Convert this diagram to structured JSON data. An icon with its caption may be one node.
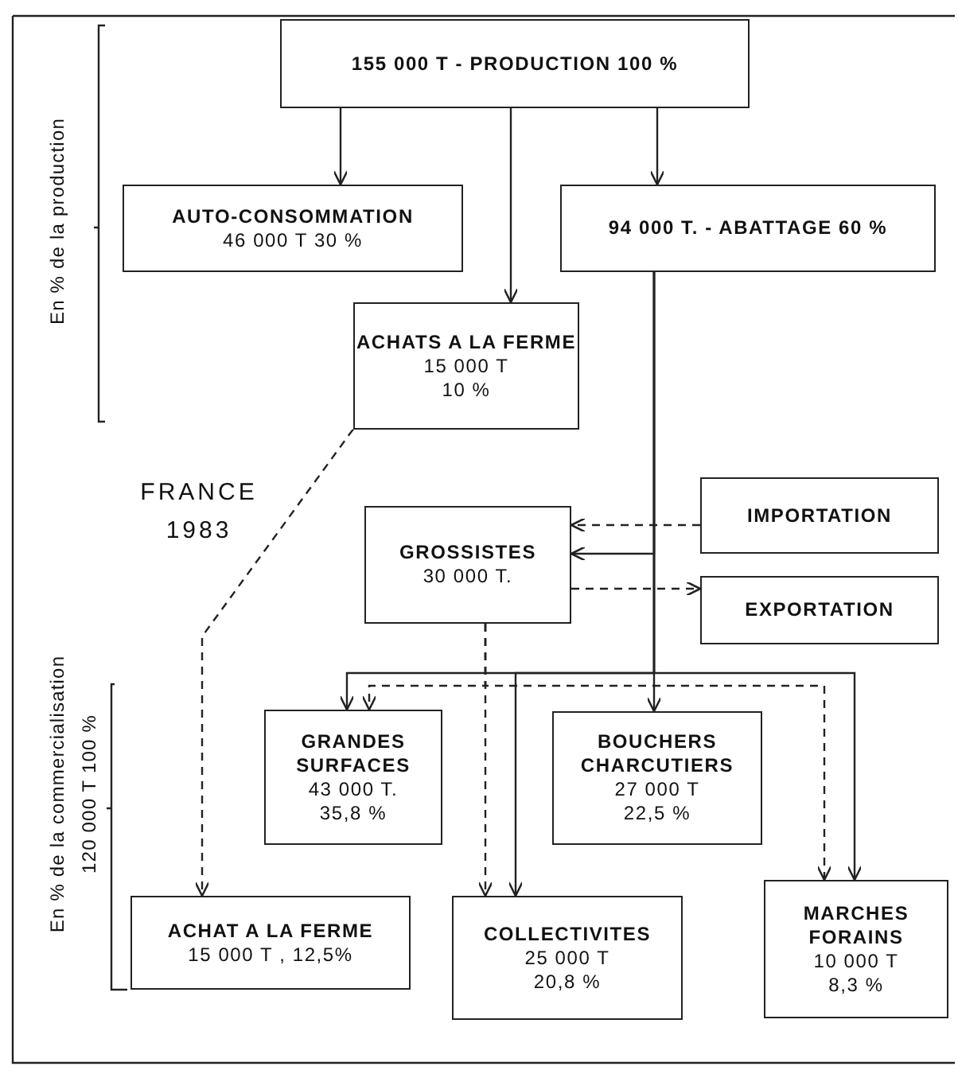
{
  "diagram": {
    "nodes": [
      {
        "text": [
          "155 000 T - PRODUCTION 100 %"
        ]
      },
      {
        "text": [
          "AUTO-CONSOMMATION",
          "46 000 T 30 %"
        ]
      },
      {
        "text": [
          "94 000 T. - ABATTAGE 60 %"
        ]
      },
      {
        "text": [
          "ACHATS A LA FERME",
          "15 000 T",
          "10 %"
        ]
      },
      {
        "text": [
          "IMPORTATION"
        ]
      },
      {
        "text": [
          "GROSSISTES",
          "30 000 T."
        ]
      },
      {
        "text": [
          "EXPORTATION"
        ]
      },
      {
        "text": [
          "GRANDES SURFACES",
          "43 000 T.",
          "35,8 %"
        ]
      },
      {
        "text": [
          "BOUCHERS CHARCUTIERS",
          "27 000 T",
          "22,5 %"
        ]
      },
      {
        "text": [
          "ACHAT A LA FERME",
          "15 000 T , 12,5%"
        ]
      },
      {
        "text": [
          "COLLECTIVITES",
          "25 000 T",
          "20,8 %"
        ]
      },
      {
        "text": [
          "MARCHES FORAINS",
          "10 000 T",
          "8,3 %"
        ]
      }
    ],
    "edges": [
      {
        "from": 0,
        "to": 1,
        "arrow": "to"
      },
      {
        "from": 0,
        "to": 3,
        "arrow": "to"
      },
      {
        "from": 0,
        "to": 2,
        "arrow": "to"
      },
      {
        "from": 2,
        "to": 5,
        "arrow": "to"
      },
      {
        "from": 2,
        "to": 7,
        "arrow": "to"
      },
      {
        "from": 2,
        "to": 8,
        "arrow": "to"
      },
      {
        "from": 2,
        "to": 10,
        "arrow": "to"
      },
      {
        "from": 2,
        "to": 11,
        "arrow": "to"
      },
      {
        "from": 4,
        "to": 5,
        "arrow": "to",
        "style": "dashed"
      },
      {
        "from": 5,
        "to": 6,
        "arrow": "to",
        "style": "dashed"
      },
      {
        "from": 5,
        "to": 7,
        "arrow": "to",
        "style": "dashed"
      },
      {
        "from": 5,
        "to": 10,
        "arrow": "to",
        "style": "dashed"
      },
      {
        "from": 5,
        "to": 11,
        "arrow": "to",
        "style": "dashed"
      },
      {
        "from": 3,
        "to": 9,
        "arrow": "to",
        "style": "dashed"
      }
    ],
    "labels": [
      "En % de la production",
      "FRANCE 1983",
      "En % de la commercialisation",
      "120 000 T 100 %"
    ]
  }
}
